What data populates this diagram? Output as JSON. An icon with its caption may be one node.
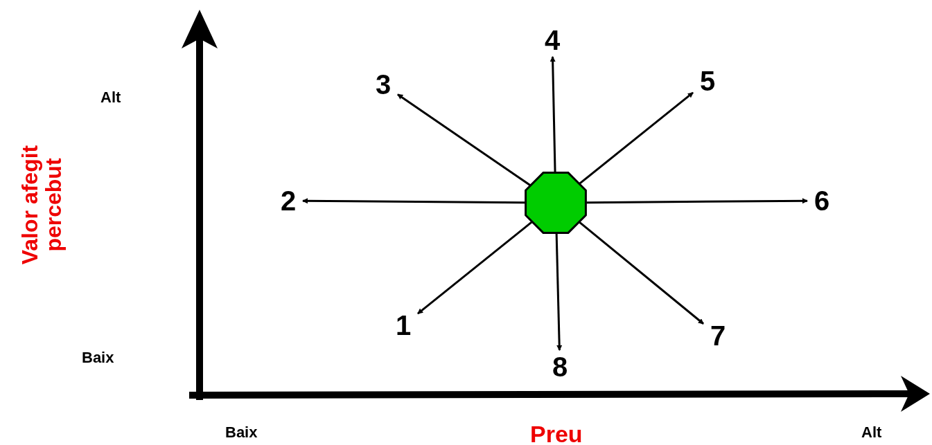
{
  "diagram": {
    "nodes": [
      {
        "text": [],
        "shape": "octagon"
      },
      {
        "text": [
          "4"
        ]
      },
      {
        "text": [
          "3"
        ]
      },
      {
        "text": [
          "5"
        ]
      },
      {
        "text": [
          "2"
        ]
      },
      {
        "text": [
          "6"
        ]
      },
      {
        "text": [
          "1"
        ]
      },
      {
        "text": [
          "7"
        ]
      },
      {
        "text": [
          "8"
        ]
      }
    ],
    "edges": [
      {
        "from": 0,
        "to": 1,
        "arrow": "to"
      },
      {
        "from": 0,
        "to": 2,
        "arrow": "to"
      },
      {
        "from": 0,
        "to": 3,
        "arrow": "to"
      },
      {
        "from": 0,
        "to": 4,
        "arrow": "to"
      },
      {
        "from": 0,
        "to": 5,
        "arrow": "to"
      },
      {
        "from": 0,
        "to": 6,
        "arrow": "to"
      },
      {
        "from": 0,
        "to": 7,
        "arrow": "to"
      },
      {
        "from": 0,
        "to": 8,
        "arrow": "to"
      }
    ],
    "labels": [
      "Alt",
      "Valor afegit percebut",
      "Baix",
      "Baix",
      "Preu",
      "Alt"
    ]
  }
}
